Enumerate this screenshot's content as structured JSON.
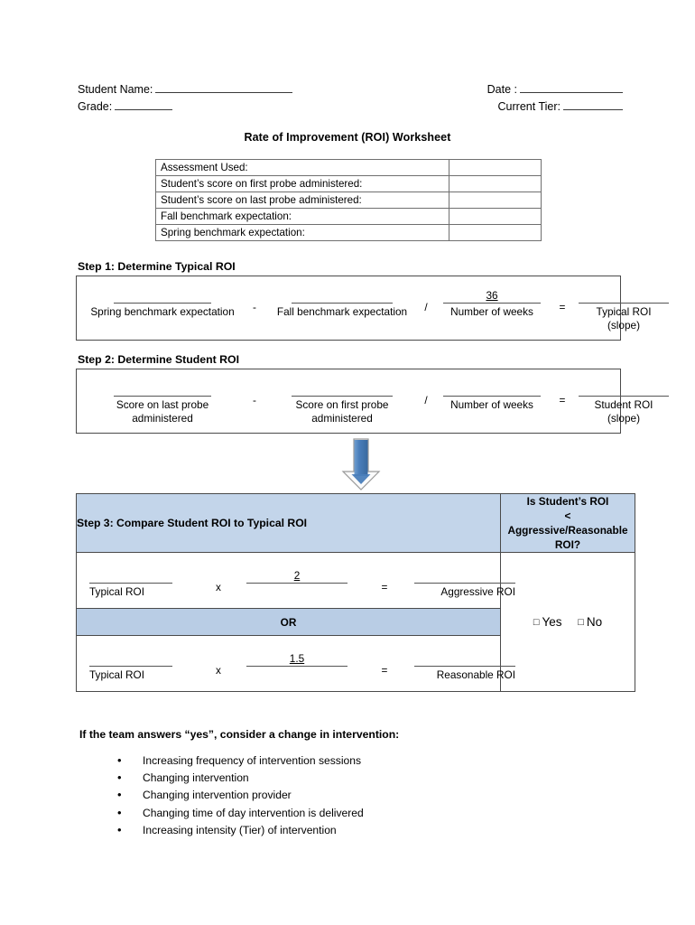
{
  "header": {
    "student_name_label": "Student Name:",
    "grade_label": "Grade:",
    "date_label": "Date :",
    "current_tier_label": "Current Tier:"
  },
  "title": "Rate of Improvement (ROI) Worksheet",
  "info_table": {
    "rows": [
      {
        "label": "Assessment Used:",
        "value": ""
      },
      {
        "label": "Student’s score on first probe administered:",
        "value": ""
      },
      {
        "label": "Student’s score on last probe administered:",
        "value": ""
      },
      {
        "label": "Fall benchmark expectation:",
        "value": ""
      },
      {
        "label": "Spring benchmark expectation:",
        "value": ""
      }
    ]
  },
  "step1": {
    "title": "Step 1: Determine Typical ROI",
    "term1_value": "",
    "term1_caption": "Spring benchmark expectation",
    "op1": "-",
    "term2_value": "",
    "term2_caption": "Fall benchmark expectation",
    "op2": "/",
    "term3_value": "36",
    "term3_caption": "Number of weeks",
    "op3": "=",
    "term4_value": "",
    "term4_caption": "Typical ROI (slope)"
  },
  "step2": {
    "title": "Step 2: Determine Student ROI",
    "term1_value": "",
    "term1_caption": "Score on last probe administered",
    "op1": "-",
    "term2_value": "",
    "term2_caption": "Score on first probe administered",
    "op2": "/",
    "term3_value": "",
    "term3_caption": "Number of weeks",
    "op3": "=",
    "term4_value": "",
    "term4_caption": "Student ROI (slope)"
  },
  "step3": {
    "header_left": "Step 3: Compare Student ROI to Typical ROI",
    "header_right_line1": "Is Student’s ROI",
    "header_right_line2": "<",
    "header_right_line3": "Aggressive/Reasonable",
    "header_right_line4": "ROI?",
    "row_aggressive": {
      "term1_value": "",
      "term1_caption": "Typical ROI",
      "op1": "x",
      "multiplier": "2",
      "op2": "=",
      "result_value": "",
      "result_caption": "Aggressive ROI"
    },
    "or_label": "OR",
    "row_reasonable": {
      "term1_value": "",
      "term1_caption": "Typical ROI",
      "op1": "x",
      "multiplier": "1.5",
      "op2": "=",
      "result_value": "",
      "result_caption": "Reasonable ROI"
    },
    "yes_label": "Yes",
    "no_label": "No",
    "checkbox_glyph": "□",
    "header_fill_color": "#C3D5EA",
    "or_fill_color": "#B9CDE5"
  },
  "footer": {
    "note": "If the team answers “yes”, consider a change in intervention:",
    "bullets": [
      "Increasing frequency of intervention sessions",
      "Changing intervention",
      "Changing intervention provider",
      "Changing time of day intervention is delivered",
      "Increasing intensity (Tier) of intervention"
    ]
  },
  "arrow": {
    "direction": "down",
    "shaft_color": "#4A7EBB",
    "head_color": "#FAFAFA"
  }
}
